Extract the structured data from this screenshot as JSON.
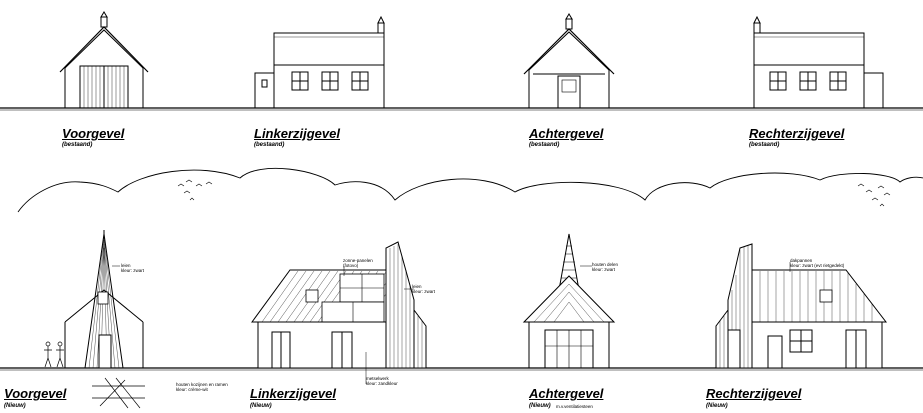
{
  "top_row": [
    {
      "title": "Voorgevel",
      "subtitle": "(bestaand)"
    },
    {
      "title": "Linkerzijgevel",
      "subtitle": "(bestaand)"
    },
    {
      "title": "Achtergevel",
      "subtitle": "(bestaand)"
    },
    {
      "title": "Rechterzijgevel",
      "subtitle": "(bestaand)"
    }
  ],
  "bottom_row": [
    {
      "title": "Voorgevel",
      "subtitle": "(Nieuw)"
    },
    {
      "title": "Linkerzijgevel",
      "subtitle": "(Nieuw)"
    },
    {
      "title": "Achtergevel",
      "subtitle": "(Nieuw)"
    },
    {
      "title": "Rechterzijgevel",
      "subtitle": "(Nieuw)"
    }
  ],
  "notes": {
    "voorgevel_leien": "leien",
    "voorgevel_leien_2": "kleur: zwart",
    "linker_zonnepanelen": "zonne-panelen",
    "linker_zonnepanelen_2": "(fotovo)",
    "linker_leien": "leien",
    "linker_leien_2": "kleur: zwart",
    "linker_metselwerk": "metselwerk",
    "linker_metselwerk_2": "kleur: zandkleur",
    "legend_houten": "houten kozijnen en ramen",
    "legend_houten_2": "kleur: crème-wit",
    "achter_houten_delen": "houten delen",
    "achter_houten_delen_2": "kleur: zwart",
    "achter_nieuw_extra": "m.v.ventilatiesteen",
    "rechter_dakpannen": "dakpannen",
    "rechter_dakpannen_2": "kleur: zwart (evt rietgedekt)"
  }
}
